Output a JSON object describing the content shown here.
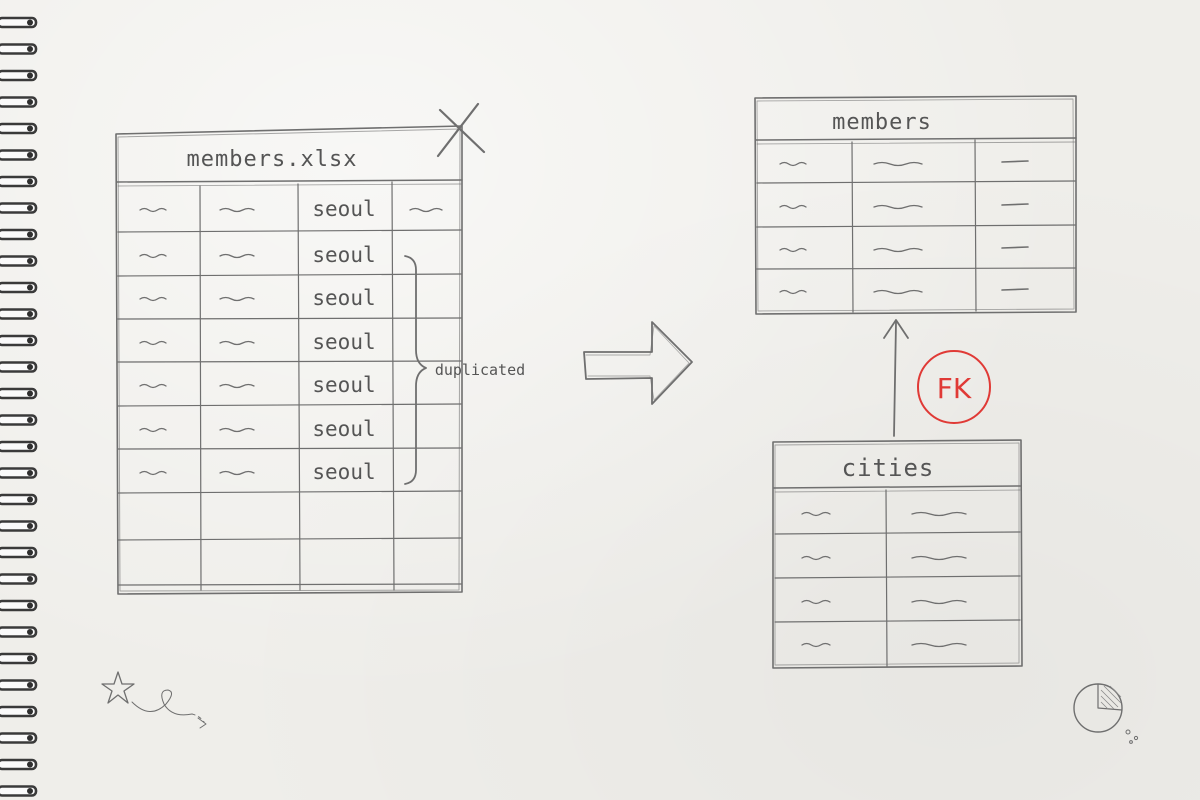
{
  "spreadsheet": {
    "title": "members.xlsx",
    "city_value": "seoul",
    "row_count": 7,
    "brace_label": "duplicated"
  },
  "members_table": {
    "title": "members"
  },
  "cities_table": {
    "title": "cities"
  },
  "relation": {
    "badge": "FK",
    "badge_color": "#e03a36"
  },
  "colors": {
    "pencil": "#6f6f6f",
    "paper": "#efeeea"
  }
}
